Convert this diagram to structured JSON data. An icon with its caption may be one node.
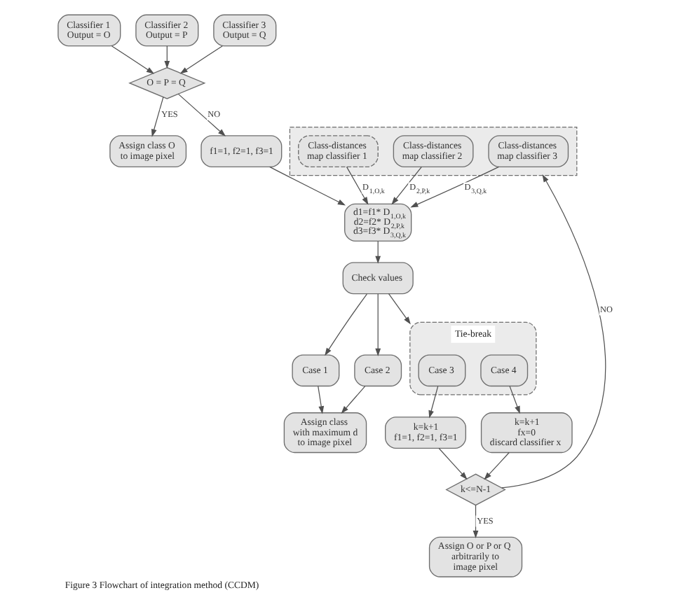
{
  "diagram": {
    "caption": "Figure 3 Flowchart of integration method (CCDM)",
    "nodes": [
      {
        "text": [
          "Classifier 1",
          "Output = O"
        ]
      },
      {
        "text": [
          "Classifier 2",
          "Output = P"
        ]
      },
      {
        "text": [
          "Classifier 3",
          "Output = Q"
        ]
      },
      {
        "text": [
          "O = P = Q"
        ]
      },
      {
        "text": [
          "Assign class O to image pixel"
        ]
      },
      {
        "text": [
          "f1=1, f2=1, f3=1"
        ]
      },
      {
        "text": [],
        "shape": "box"
      },
      {
        "text": [
          "Class-distances map classifier 1"
        ],
        "in": 6
      },
      {
        "text": [
          "Class-distances map classifier 2"
        ],
        "in": 6
      },
      {
        "text": [
          "Class-distances map classifier 3"
        ],
        "in": 6
      },
      {
        "text": [
          "d1=f1* D$_{1,O,k}$",
          "d2=f2* D$_{2,P,k}$",
          "d3=f3* D$_{3,Q,k}$"
        ]
      },
      {
        "text": [
          "Check values"
        ]
      },
      {
        "text": [
          "Case 1"
        ]
      },
      {
        "text": [
          "Case 2"
        ]
      },
      {
        "text": [
          "Tie-break"
        ]
      },
      {
        "text": [
          "Case 3"
        ],
        "in": 14
      },
      {
        "text": [
          "Case 4"
        ],
        "in": 14
      },
      {
        "text": [
          "Assign class with maximum d to image pixel"
        ]
      },
      {
        "text": [
          "k=k+1",
          "f1=1, f2=1, f3=1"
        ]
      },
      {
        "text": [
          "k=k+1",
          "fx=0",
          "discard classifier x"
        ]
      },
      {
        "text": [
          "k<=N-1"
        ]
      },
      {
        "text": [
          "Assign O or P or Q arbitrarily to image pixel"
        ]
      }
    ],
    "edges": [
      {
        "from": 0,
        "to": 3,
        "arrow": "to"
      },
      {
        "from": 1,
        "to": 3,
        "arrow": "to"
      },
      {
        "from": 2,
        "to": 3,
        "arrow": "to"
      },
      {
        "from": 3,
        "to": 4,
        "arrow": "to",
        "label": "YES"
      },
      {
        "from": 3,
        "to": 5,
        "arrow": "to",
        "label": "NO"
      },
      {
        "from": 5,
        "to": 10,
        "arrow": "to"
      },
      {
        "from": 7,
        "to": 10,
        "arrow": "to",
        "label": "D$_{1,O,k}$"
      },
      {
        "from": 8,
        "to": 10,
        "arrow": "to",
        "label": "D$_{2,P,k}$"
      },
      {
        "from": 9,
        "to": 10,
        "arrow": "to",
        "label": "D$_{3,Q,k}$"
      },
      {
        "from": 10,
        "to": 11,
        "arrow": "to"
      },
      {
        "from": 11,
        "to": 12,
        "arrow": "to"
      },
      {
        "from": 11,
        "to": 13,
        "arrow": "to"
      },
      {
        "from": 11,
        "to": 14,
        "arrow": "to"
      },
      {
        "from": 12,
        "to": 17,
        "arrow": "to"
      },
      {
        "from": 13,
        "to": 17,
        "arrow": "to"
      },
      {
        "from": 15,
        "to": 18,
        "arrow": "to"
      },
      {
        "from": 16,
        "to": 19,
        "arrow": "to"
      },
      {
        "from": 18,
        "to": 20,
        "arrow": "to"
      },
      {
        "from": 19,
        "to": 20,
        "arrow": "to"
      },
      {
        "from": 20,
        "to": 21,
        "arrow": "to",
        "label": "YES"
      },
      {
        "from": 20,
        "to": 6,
        "arrow": "to",
        "label": "NO"
      }
    ]
  }
}
